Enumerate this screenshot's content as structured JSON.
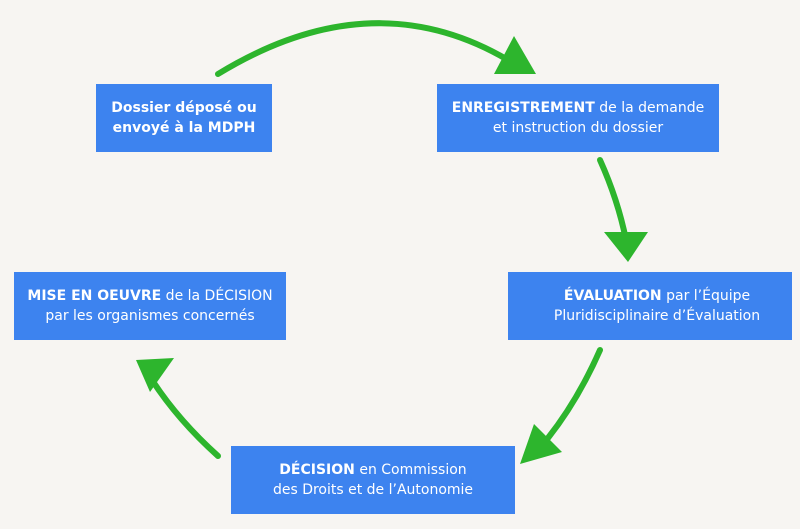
{
  "colors": {
    "background": "#f7f5f2",
    "box": "#3d83ef",
    "box_text": "#ffffff",
    "arrow": "#2db52d"
  },
  "steps": [
    {
      "lines": [
        {
          "lead": "Dossier déposé ou",
          "rest": ""
        },
        {
          "lead": "envoyé à la MDPH",
          "rest": ""
        }
      ]
    },
    {
      "lines": [
        {
          "lead": "ENREGISTREMENT",
          "rest": " de la demande"
        },
        {
          "lead": "",
          "rest": "et instruction du dossier"
        }
      ]
    },
    {
      "lines": [
        {
          "lead": "ÉVALUATION",
          "rest": " par l’Équipe"
        },
        {
          "lead": "",
          "rest": "Pluridisciplinaire d’Évaluation"
        }
      ]
    },
    {
      "lines": [
        {
          "lead": "DÉCISION",
          "rest": " en Commission"
        },
        {
          "lead": "",
          "rest": "des Droits et de l’Autonomie"
        }
      ]
    },
    {
      "lines": [
        {
          "lead": "MISE EN OEUVRE",
          "rest": " de la DÉCISION"
        },
        {
          "lead": "",
          "rest": "par les organismes concernés"
        }
      ]
    }
  ]
}
